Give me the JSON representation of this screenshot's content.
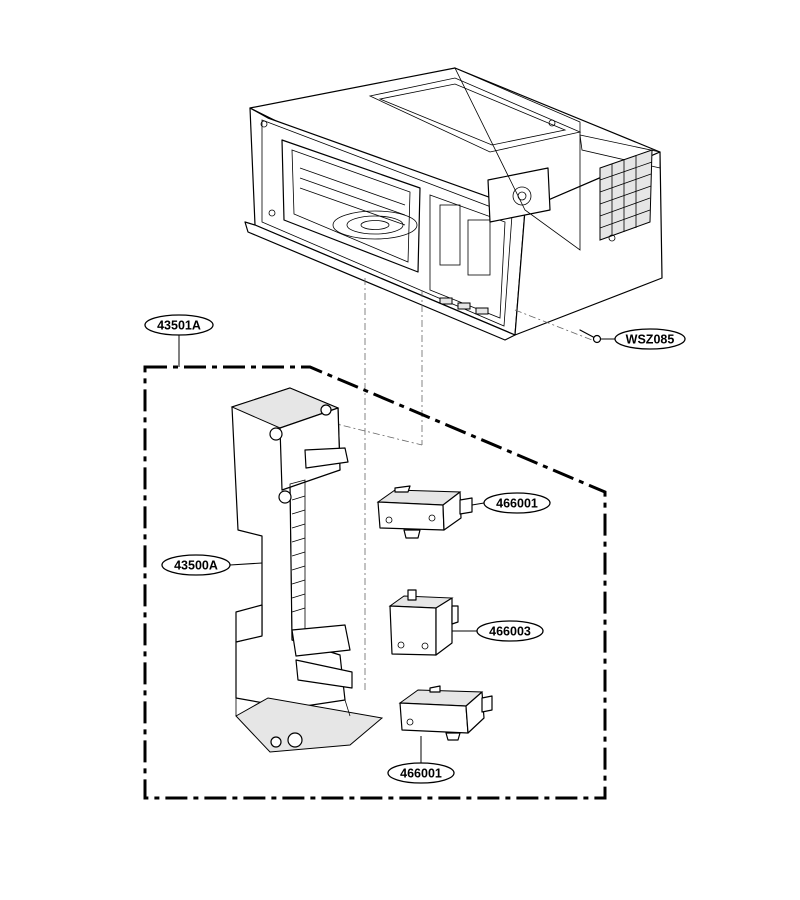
{
  "callouts": {
    "latch_board_assembly": "43501A",
    "latch_board": "43500A",
    "screw": "WSZ085",
    "switch_upper": "466001",
    "switch_middle": "466003",
    "switch_lower": "466001"
  }
}
